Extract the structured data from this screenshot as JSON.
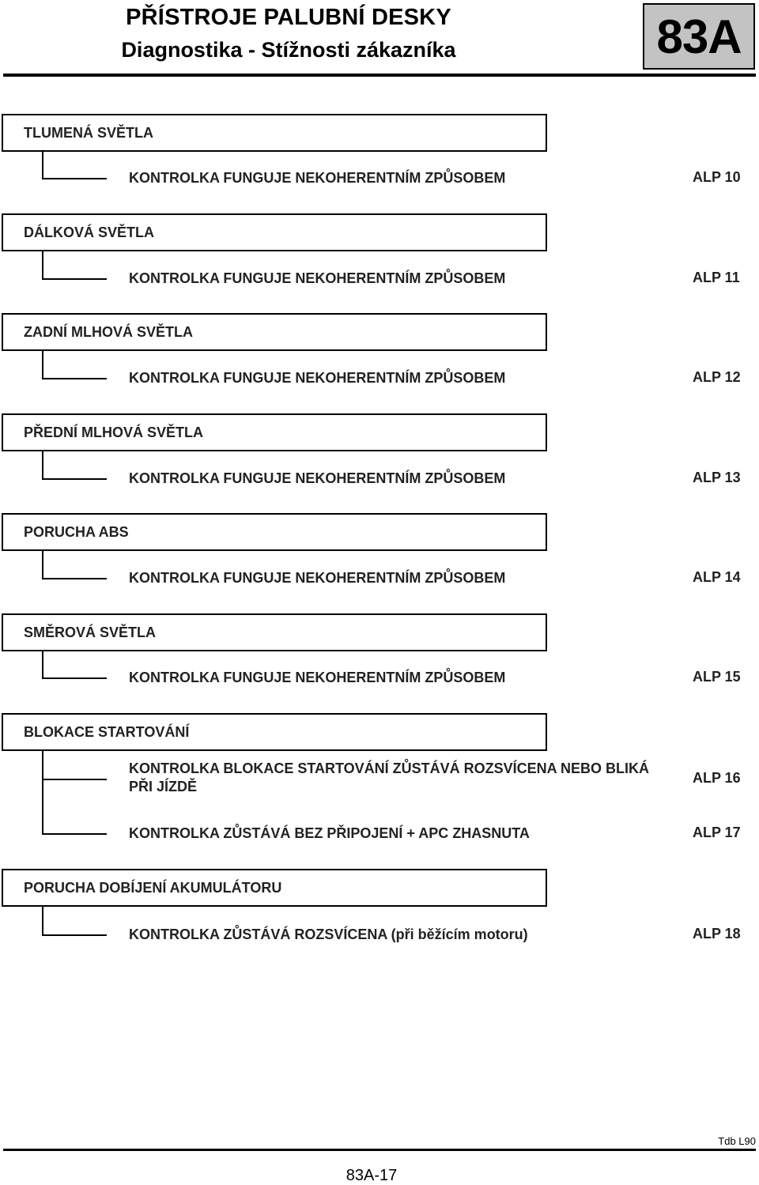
{
  "header": {
    "title_line1": "PŘÍSTROJE PALUBNÍ DESKY",
    "title_line2": "Diagnostika - Stížnosti zákazníka",
    "section_code": "83A"
  },
  "sections": [
    {
      "title": "TLUMENÁ SVĚTLA",
      "items": [
        {
          "text": "KONTROLKA FUNGUJE NEKOHERENTNÍM ZPŮSOBEM",
          "ref": "ALP 10"
        }
      ]
    },
    {
      "title": "DÁLKOVÁ SVĚTLA",
      "items": [
        {
          "text": "KONTROLKA FUNGUJE NEKOHERENTNÍM ZPŮSOBEM",
          "ref": "ALP 11"
        }
      ]
    },
    {
      "title": "ZADNÍ MLHOVÁ SVĚTLA",
      "items": [
        {
          "text": "KONTROLKA FUNGUJE NEKOHERENTNÍM ZPŮSOBEM",
          "ref": "ALP 12"
        }
      ]
    },
    {
      "title": "PŘEDNÍ MLHOVÁ SVĚTLA",
      "items": [
        {
          "text": "KONTROLKA FUNGUJE NEKOHERENTNÍM ZPŮSOBEM",
          "ref": "ALP 13"
        }
      ]
    },
    {
      "title": "PORUCHA ABS",
      "items": [
        {
          "text": "KONTROLKA FUNGUJE NEKOHERENTNÍM ZPŮSOBEM",
          "ref": "ALP 14"
        }
      ]
    },
    {
      "title": "SMĚROVÁ SVĚTLA",
      "items": [
        {
          "text": "KONTROLKA FUNGUJE NEKOHERENTNÍM ZPŮSOBEM",
          "ref": "ALP 15"
        }
      ]
    },
    {
      "title": "BLOKACE STARTOVÁNÍ",
      "items": [
        {
          "text_line1": "KONTROLKA BLOKACE STARTOVÁNÍ ZŮSTÁVÁ ROZSVÍCENA NEBO BLIKÁ",
          "text_line2": "PŘI JÍZDĚ",
          "ref": "ALP 16"
        },
        {
          "text": "KONTROLKA ZŮSTÁVÁ BEZ PŘIPOJENÍ + APC ZHASNUTA",
          "ref": "ALP 17"
        }
      ]
    },
    {
      "title": "PORUCHA DOBÍJENÍ AKUMULÁTORU",
      "items": [
        {
          "text": "KONTROLKA ZŮSTÁVÁ ROZSVÍCENA (při běžícím motoru)",
          "ref": "ALP 18"
        }
      ]
    }
  ],
  "footer": {
    "doc_code": "Tdb L90",
    "page_number": "83A-17"
  }
}
